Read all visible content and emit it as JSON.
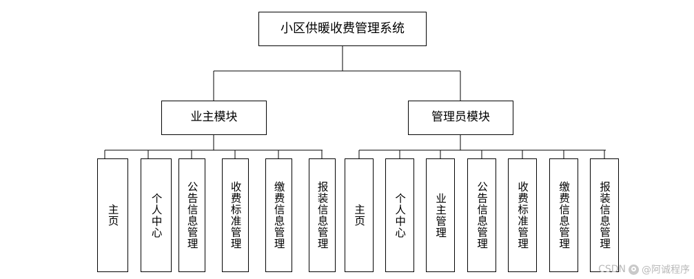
{
  "diagram": {
    "type": "hierarchy-tree",
    "root": {
      "label": "小区供暖收费管理系统"
    },
    "modules": [
      {
        "label": "业主模块"
      },
      {
        "label": "管理员模块"
      }
    ],
    "owner_leaves": [
      {
        "label": "主页"
      },
      {
        "label": "个人中心"
      },
      {
        "label": "公告信息管理"
      },
      {
        "label": "收费标准管理"
      },
      {
        "label": "缴费信息管理"
      },
      {
        "label": "报装信息管理"
      }
    ],
    "admin_leaves": [
      {
        "label": "主页"
      },
      {
        "label": "个人中心"
      },
      {
        "label": "业主管理"
      },
      {
        "label": "公告信息管理"
      },
      {
        "label": "收费标准管理"
      },
      {
        "label": "缴费信息管理"
      },
      {
        "label": "报装信息管理"
      }
    ]
  },
  "watermark": {
    "text": "CSDN @阿诚程序",
    "brand": "CSDN",
    "author": "@阿诚程序"
  },
  "colors": {
    "stroke": "#000000",
    "background": "#ffffff",
    "watermark": "#b9b9b9"
  }
}
